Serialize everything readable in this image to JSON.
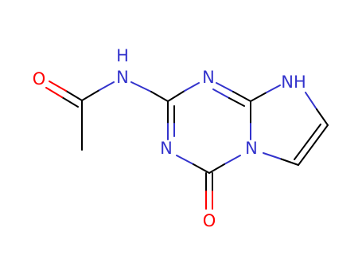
{
  "molecule": {
    "colors": {
      "bond": "#000000",
      "nitrogen": "#3333cc",
      "oxygen": "#ff0000"
    },
    "atom_labels": {
      "o_acetyl": "O",
      "nh_amide": "N",
      "nh_amide_h": "H",
      "n_top": "N",
      "nh_ring": "NH",
      "n_left": "N",
      "n_bridge": "N",
      "o_carbonyl": "O"
    }
  }
}
